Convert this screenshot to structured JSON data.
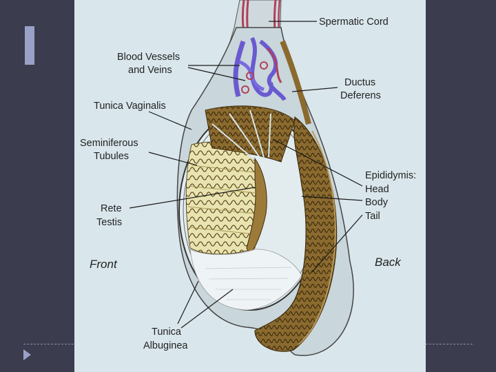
{
  "diagram": {
    "labels": {
      "spermatic_cord": "Spermatic Cord",
      "blood_vessels_1": "Blood Vessels",
      "blood_vessels_2": "and Veins",
      "ductus_1": "Ductus",
      "ductus_2": "Deferens",
      "tunica_vaginalis": "Tunica Vaginalis",
      "seminiferous_1": "Seminiferous",
      "seminiferous_2": "Tubules",
      "epididymis": "Epididymis:",
      "head": "Head",
      "body": "Body",
      "tail": "Tail",
      "rete_1": "Rete",
      "rete_2": "Testis",
      "front": "Front",
      "back": "Back",
      "albuginea_1": "Tunica",
      "albuginea_2": "Albuginea"
    }
  },
  "colors": {
    "slide_bg": "#3b3d4e",
    "accent": "#9aa1c6",
    "panel_bg": "#d9e6ec",
    "tubule_fill": "#e9e3b0",
    "epididymis_brown": "#8a6a2e",
    "vessel_purple": "#6a5ad0",
    "vessel_red": "#b0405a"
  }
}
